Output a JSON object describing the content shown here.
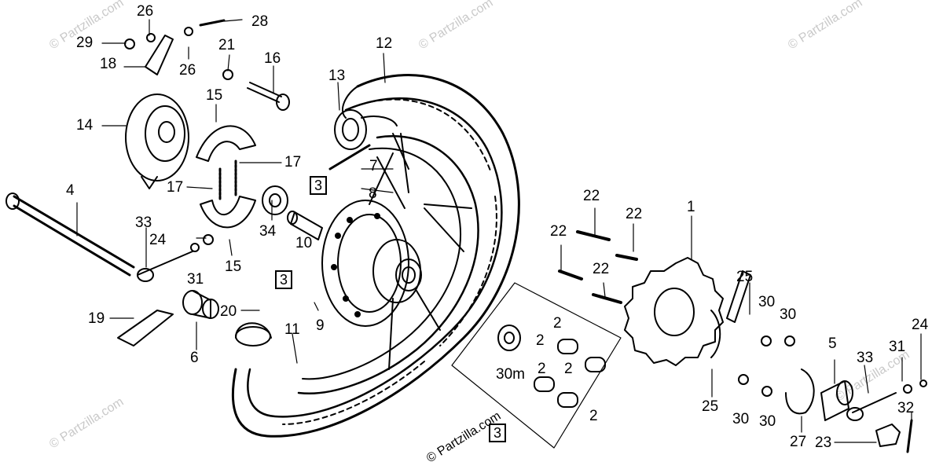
{
  "diagram": {
    "watermark": "© Partzilla.com",
    "callouts": {
      "c1": "1",
      "c2a": "2",
      "c2b": "2",
      "c2c": "2",
      "c2d": "2",
      "c2e": "2",
      "c3a": "3",
      "c3b": "3",
      "c3c": "3",
      "c4": "4",
      "c5": "5",
      "c6": "6",
      "c7": "7",
      "c8": "8",
      "c9": "9",
      "c10": "10",
      "c11": "11",
      "c12": "12",
      "c13": "13",
      "c14": "14",
      "c15a": "15",
      "c15b": "15",
      "c16": "16",
      "c17a": "17",
      "c17b": "17",
      "c18": "18",
      "c19": "19",
      "c20": "20",
      "c21": "21",
      "c22a": "22",
      "c22b": "22",
      "c22c": "22",
      "c22d": "22",
      "c23": "23",
      "c24a": "24",
      "c24b": "24",
      "c25a": "25",
      "c25b": "25",
      "c26a": "26",
      "c26b": "26",
      "c27": "27",
      "c28": "28",
      "c29": "29",
      "c30a": "30",
      "c30b": "30",
      "c30c": "30",
      "c30d": "30",
      "c31a": "31",
      "c31b": "31",
      "c32": "32",
      "c33a": "33",
      "c33b": "33",
      "c34": "34",
      "c30mm": "30m"
    }
  }
}
